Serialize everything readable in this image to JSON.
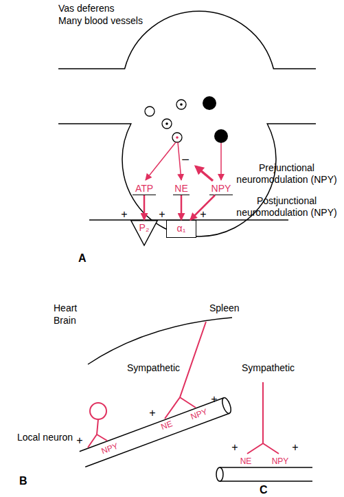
{
  "diagram": {
    "nodes": [
      {
        "text": [
          "ATP"
        ]
      },
      {
        "text": [
          "NE"
        ]
      },
      {
        "text": [
          "NPY"
        ]
      },
      {
        "text": [
          "P₂"
        ]
      },
      {
        "text": [
          "α₁"
        ]
      }
    ],
    "edges": [
      {
        "from": 0,
        "to": 3,
        "arrow": "to"
      },
      {
        "from": 1,
        "to": 4,
        "arrow": "to"
      },
      {
        "from": 2,
        "to": 4,
        "arrow": "to"
      }
    ],
    "labels": [
      "Vas deferens",
      "Many blood vessels",
      "Prejunctional neuromodulation (NPY)",
      "−",
      "Postjunctional neuromodulation (NPY)",
      "+",
      "+",
      "+",
      "A",
      "Heart",
      "Brain",
      "Spleen",
      "Sympathetic",
      "Sympathetic",
      "Local neuron",
      "+",
      "NPY",
      "+",
      "NE",
      "NPY",
      "+",
      "+",
      "NE",
      "NPY",
      "+",
      "B",
      "C"
    ]
  }
}
